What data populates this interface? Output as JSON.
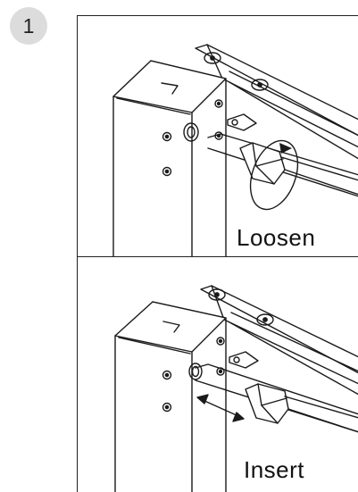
{
  "step": {
    "number": "1"
  },
  "panels": [
    {
      "caption": "Loosen"
    },
    {
      "caption": "Insert"
    }
  ],
  "colors": {
    "line": "#1a1a1a",
    "badge": "#dcdcdc"
  },
  "icons": [
    "loosen-rotation-arrow-icon",
    "insert-double-arrow-icon"
  ]
}
